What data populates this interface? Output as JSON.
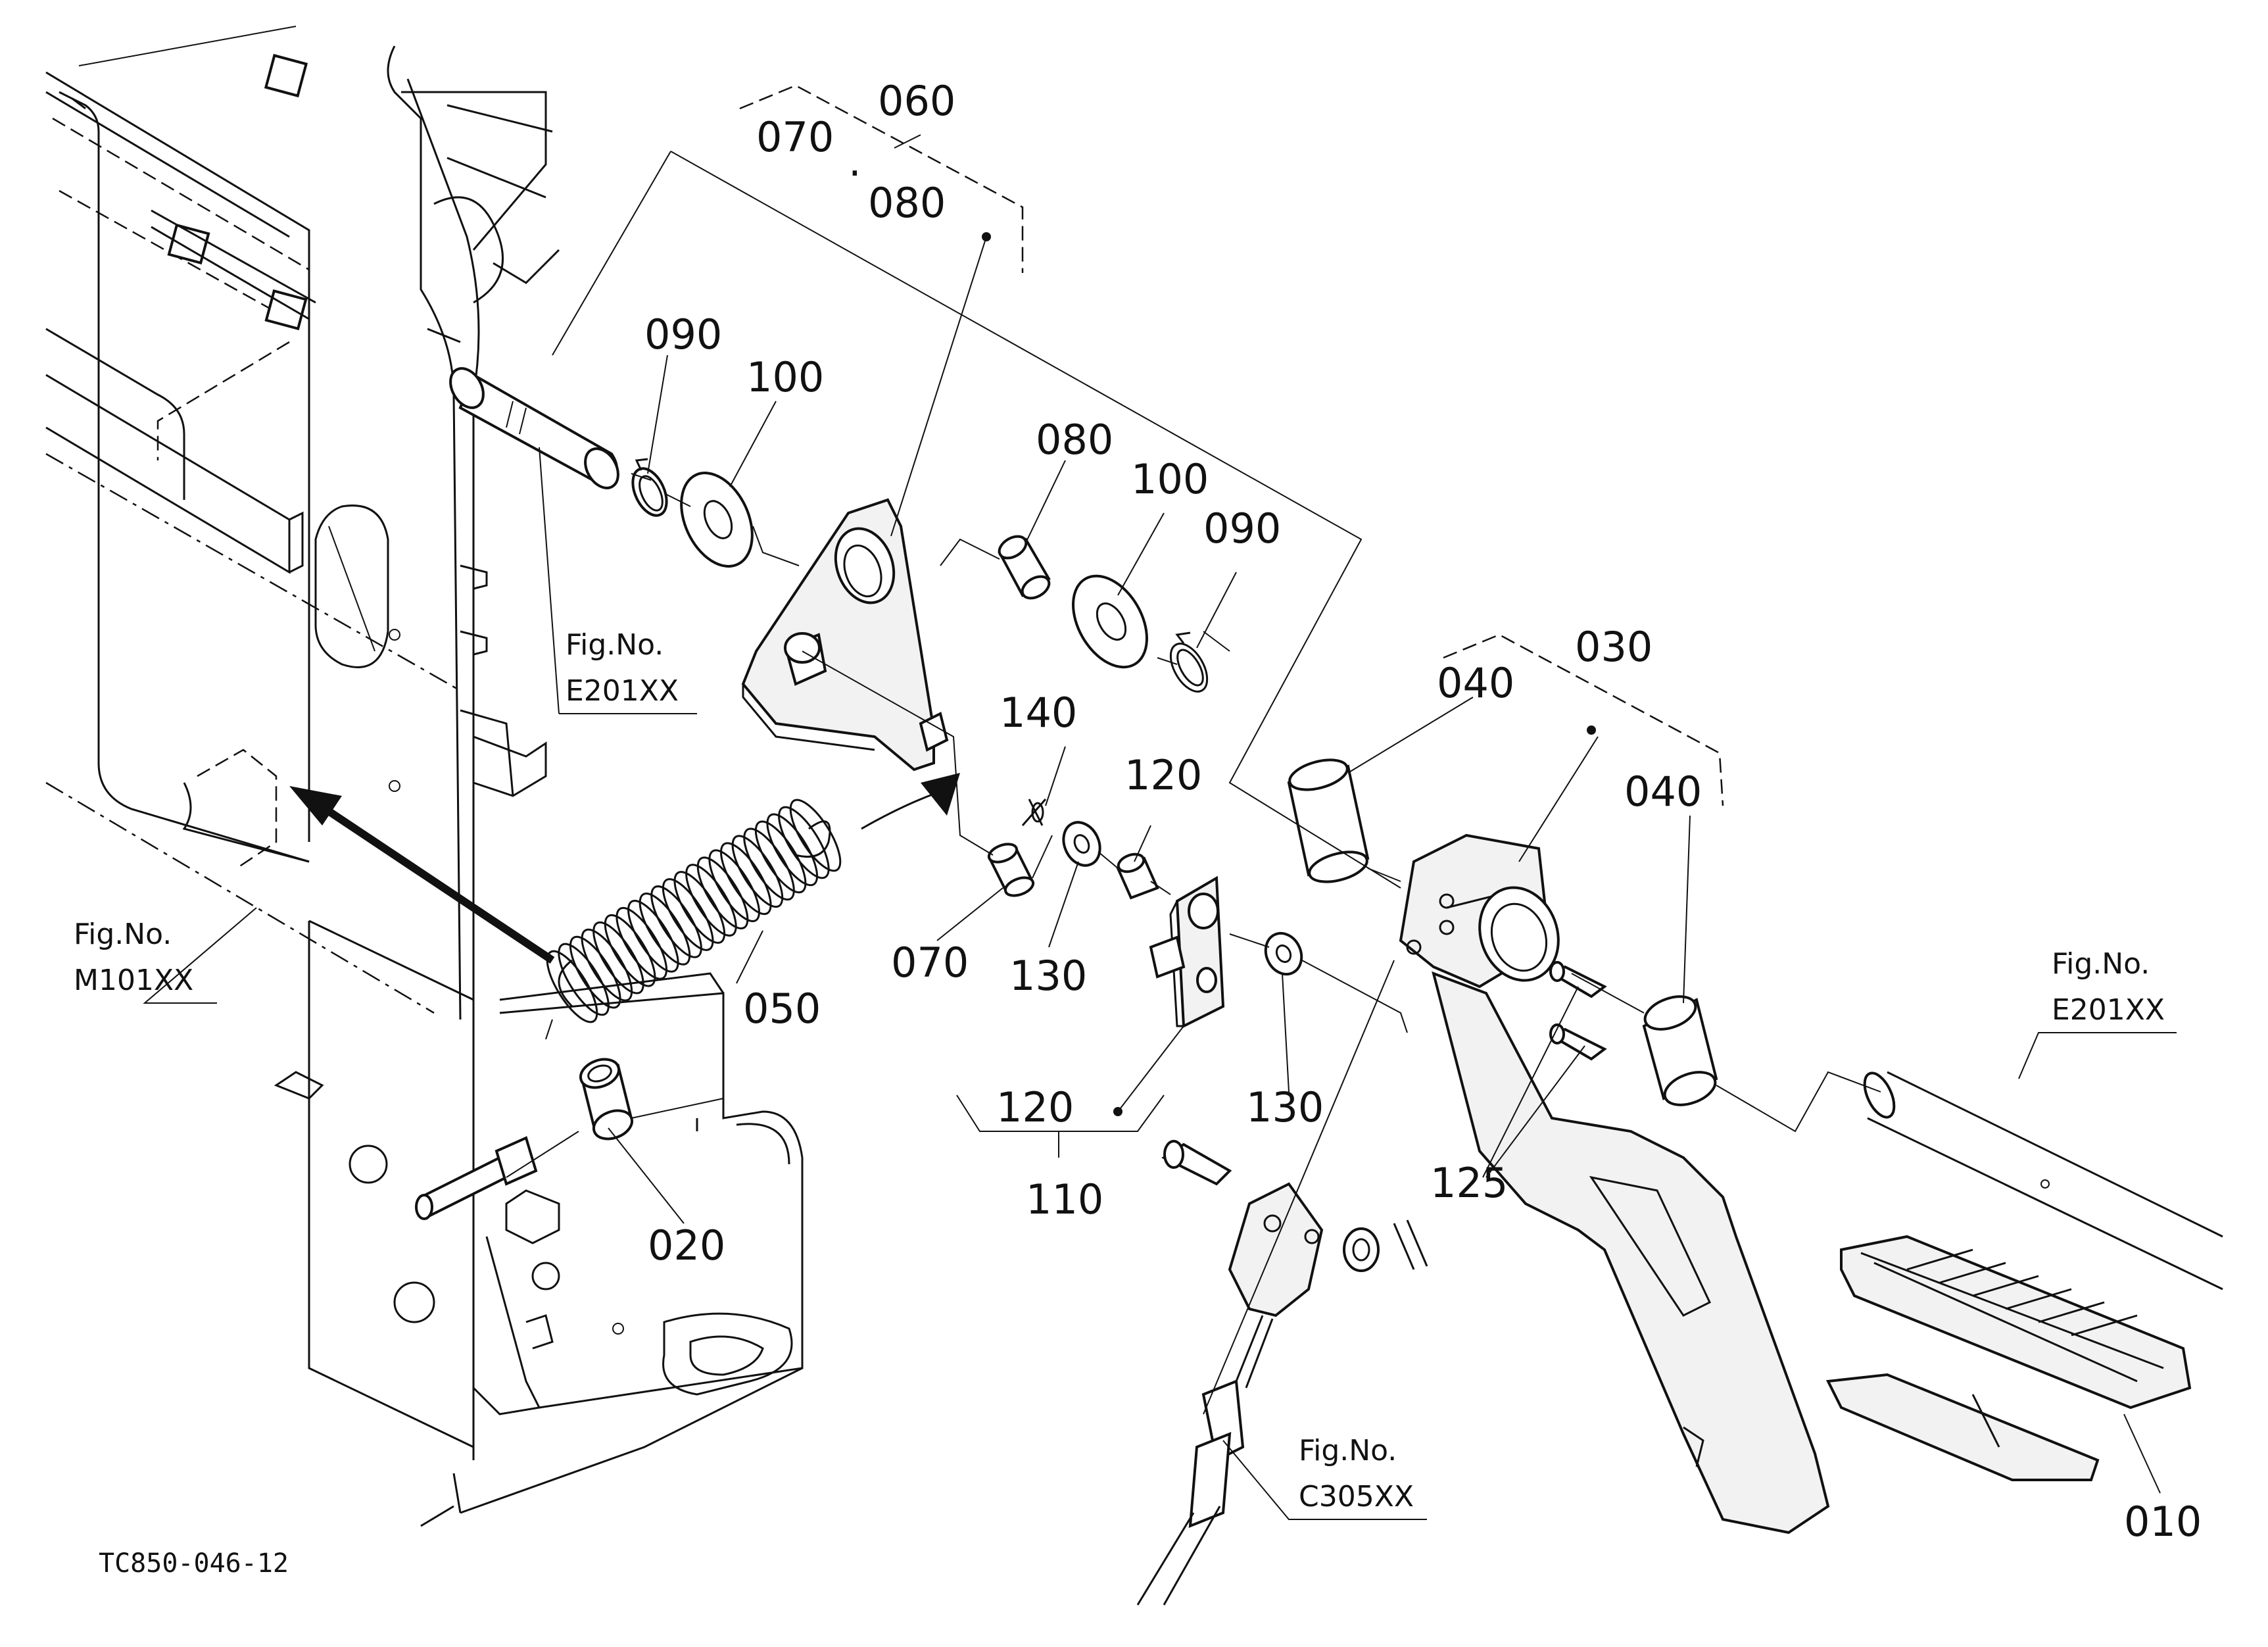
{
  "labels": {
    "p060": "060",
    "p070_top": "070",
    "p080_top": "080",
    "p090_left": "090",
    "p100_left": "100",
    "p080_mid": "080",
    "p100_mid": "100",
    "p090_right": "090",
    "p030": "030",
    "p040_left": "040",
    "p040_right": "040",
    "p140": "140",
    "p120_top": "120",
    "p070_low": "070",
    "p130_left": "130",
    "p130_right": "130",
    "p120_group": "120",
    "p110": "110",
    "p050": "050",
    "p020": "020",
    "p125": "125",
    "p010": "010",
    "dot_sep": "·"
  },
  "references": {
    "fig_e201_left_title": "Fig.No.",
    "fig_e201_left_code": "E201XX",
    "fig_m101_title": "Fig.No.",
    "fig_m101_code": "M101XX",
    "fig_e201_right_title": "Fig.No.",
    "fig_e201_right_code": "E201XX",
    "fig_c305_title": "Fig.No.",
    "fig_c305_code": "C305XX"
  },
  "drawing_code": "TC850-046-12"
}
